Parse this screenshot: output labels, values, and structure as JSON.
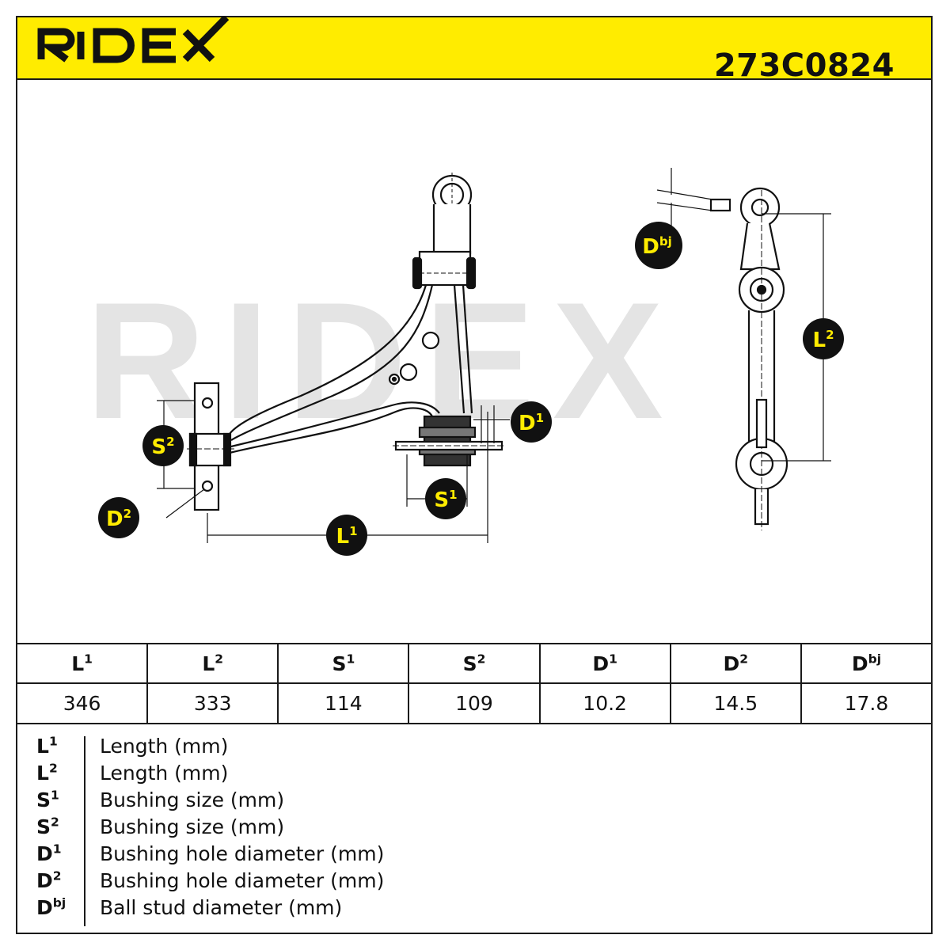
{
  "header": {
    "brand": "RIDEX",
    "part_number": "273C0824",
    "background_color": "#ffec00"
  },
  "diagram": {
    "watermark": "RIDEX",
    "callouts": [
      {
        "base": "S",
        "sup": "2"
      },
      {
        "base": "D",
        "sup": "2"
      },
      {
        "base": "L",
        "sup": "1"
      },
      {
        "base": "S",
        "sup": "1"
      },
      {
        "base": "D",
        "sup": "1"
      },
      {
        "base": "D",
        "sup": "bj"
      },
      {
        "base": "L",
        "sup": "2"
      }
    ],
    "callout_fill": "#111111",
    "callout_text_color": "#ffec00"
  },
  "table": {
    "columns": [
      {
        "base": "L",
        "sup": "1",
        "value": "346"
      },
      {
        "base": "L",
        "sup": "2",
        "value": "333"
      },
      {
        "base": "S",
        "sup": "1",
        "value": "114"
      },
      {
        "base": "S",
        "sup": "2",
        "value": "109"
      },
      {
        "base": "D",
        "sup": "1",
        "value": "10.2"
      },
      {
        "base": "D",
        "sup": "2",
        "value": "14.5"
      },
      {
        "base": "D",
        "sup": "bj",
        "value": "17.8"
      }
    ]
  },
  "legend": [
    {
      "base": "L",
      "sup": "1",
      "desc": "Length (mm)"
    },
    {
      "base": "L",
      "sup": "2",
      "desc": "Length (mm)"
    },
    {
      "base": "S",
      "sup": "1",
      "desc": "Bushing size (mm)"
    },
    {
      "base": "S",
      "sup": "2",
      "desc": "Bushing size (mm)"
    },
    {
      "base": "D",
      "sup": "1",
      "desc": "Bushing hole diameter (mm)"
    },
    {
      "base": "D",
      "sup": "2",
      "desc": "Bushing hole diameter (mm)"
    },
    {
      "base": "D",
      "sup": "bj",
      "desc": "Ball stud diameter (mm)"
    }
  ]
}
